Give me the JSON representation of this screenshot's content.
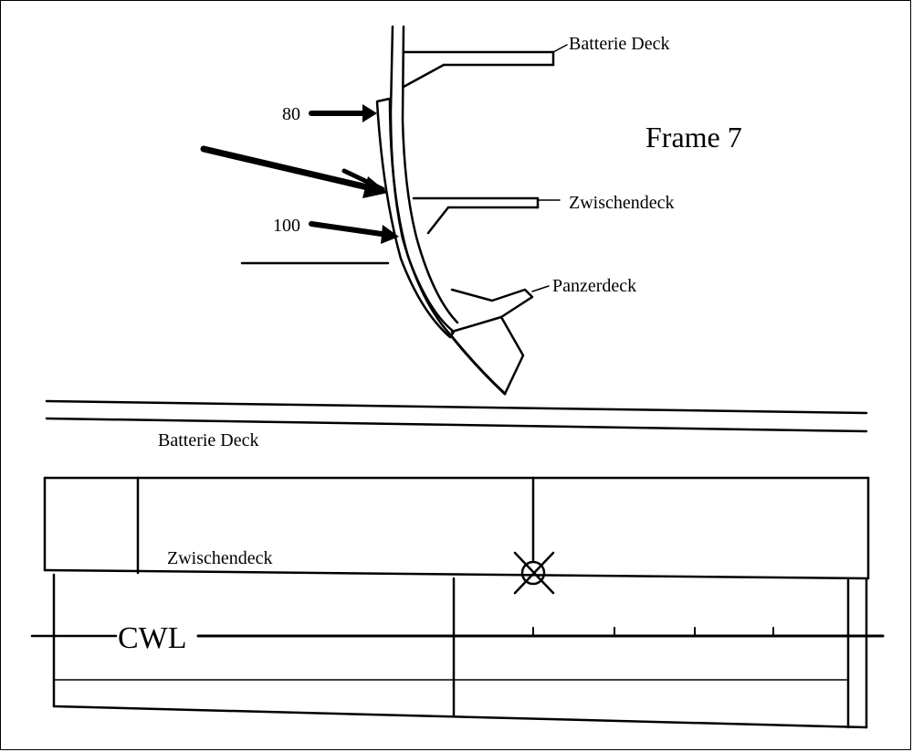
{
  "section": {
    "title": "Frame 7",
    "labels": {
      "batterie_deck": "Batterie Deck",
      "zwischendeck": "Zwischendeck",
      "panzerdeck": "Panzerdeck"
    },
    "arrow_labels": {
      "upper": "80",
      "lower": "100"
    }
  },
  "profile": {
    "labels": {
      "batterie_deck": "Batterie Deck",
      "zwischendeck": "Zwischendeck",
      "waterline": "CWL"
    }
  }
}
